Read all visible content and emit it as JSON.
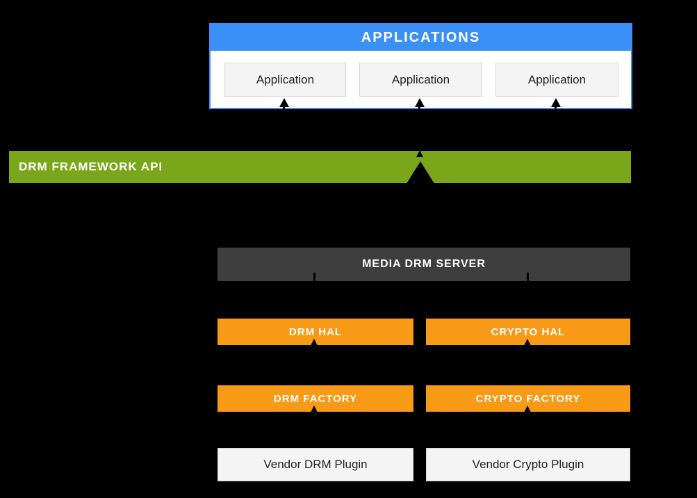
{
  "applications": {
    "header_label": "APPLICATIONS",
    "items": [
      {
        "label": "Application"
      },
      {
        "label": "Application"
      },
      {
        "label": "Application"
      }
    ]
  },
  "framework": {
    "label": "DRM FRAMEWORK API"
  },
  "media_server": {
    "label": "MEDIA DRM SERVER"
  },
  "drm_column": {
    "hal": "DRM HAL",
    "factory": "DRM FACTORY",
    "vendor": "Vendor DRM Plugin"
  },
  "crypto_column": {
    "hal": "CRYPTO HAL",
    "factory": "CRYPTO FACTORY",
    "vendor": "Vendor Crypto Plugin"
  },
  "colors": {
    "background": "#000000",
    "applications_blue": "#3b90f7",
    "container_border": "#3f8df6",
    "framework_green": "#7aa719",
    "server_gray": "#3e3e3e",
    "hal_orange": "#f99a16",
    "light_box": "#f3f3f3",
    "arrow": "#000000"
  }
}
